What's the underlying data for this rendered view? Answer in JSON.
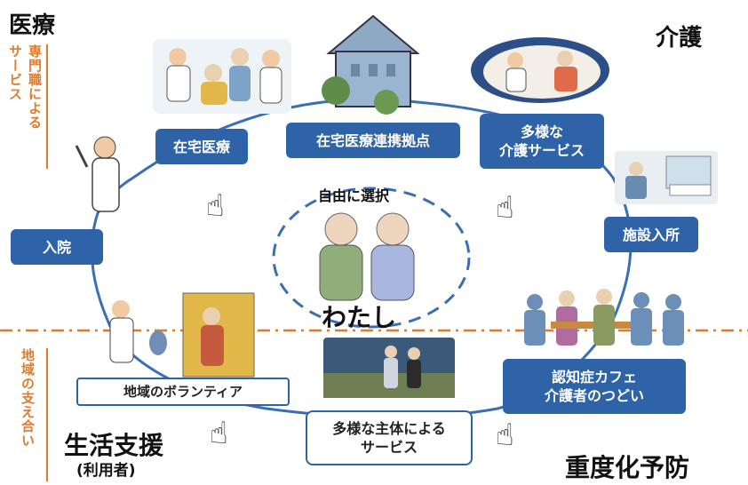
{
  "corners": {
    "medical": "医療",
    "care": "介護",
    "life_support": "生活支援",
    "user_note": "(利用者)",
    "prevention": "重度化予防"
  },
  "side_labels": {
    "professional": "専門職による",
    "service": "サービス",
    "community": "地域の支え合い"
  },
  "center": {
    "free_choice": "自由に選択",
    "me": "わたし"
  },
  "boxes": {
    "home_medical": "在宅医療",
    "home_medical_hub": "在宅医療連携拠点",
    "diverse_care_1": "多様な",
    "diverse_care_2": "介護サービス",
    "facility": "施設入所",
    "hospital": "入院",
    "volunteer": "地域のボランティア",
    "dementia_cafe_1": "認知症カフェ",
    "dementia_cafe_2": "介護者のつどい",
    "diverse_actors_1": "多様な主体による",
    "diverse_actors_2": "サービス"
  },
  "colors": {
    "box_blue": "#2f63a8",
    "accent_orange": "#e07b2c",
    "ring": "#3a6fb5"
  }
}
